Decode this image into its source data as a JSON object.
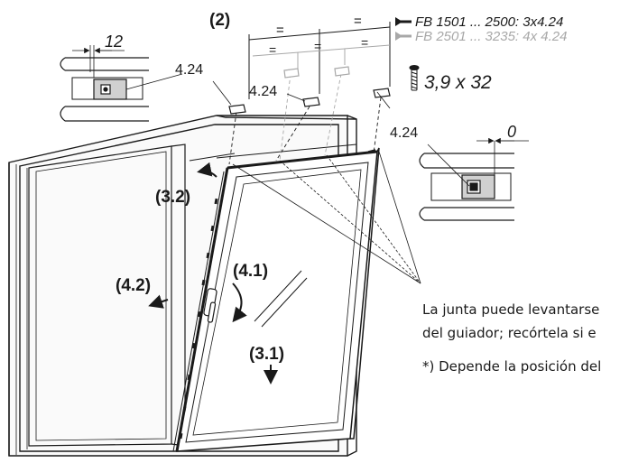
{
  "labels": {
    "step_2": "(2)",
    "step_3_1": "(3.1)",
    "step_3_2": "(3.2)",
    "step_4_1": "(4.1)",
    "step_4_2": "(4.2)",
    "part_a": "4.24",
    "part_b": "4.24",
    "part_c": "4.24",
    "dim_12": "12",
    "dim_0": "0",
    "eq_1": "=",
    "eq_2": "=",
    "eq_3": "=",
    "eq_4": "=",
    "eq_5": "=",
    "screw": "3,9 x 32"
  },
  "legend": {
    "fb1": "FB 1501 ... 2500: 3x4.24",
    "fb2": "FB 2501 ... 3235: 4x 4.24"
  },
  "notes": {
    "line1": "La junta puede levantarse",
    "line2": "del guiador; recórtela si e",
    "line3": "*) Depende la posición del"
  },
  "colors": {
    "line": "#1a1a1a",
    "gray": "#a8a8a8"
  }
}
